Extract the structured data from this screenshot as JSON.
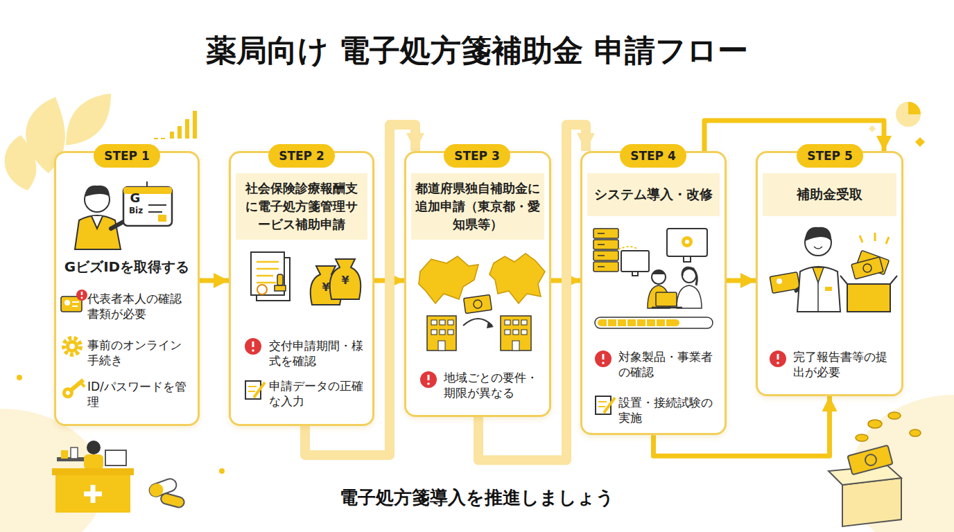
{
  "diagram": {
    "title": "薬局向け 電子処方箋補助金 申請フロー",
    "caption": "電子処方箋導入を推進しましょう",
    "nodes": [
      {
        "text": [
          "STEP 1",
          "GビズIDを取得する",
          "代表者本人の確認書類が必要",
          "事前のオンライン手続き",
          "ID/パスワードを管理"
        ]
      },
      {
        "text": [
          "STEP 2",
          "社会保険診療報酬支に電子処方箋管理サービス補助申請",
          "交付申請期間・様式を確認",
          "申請データの正確な入力"
        ]
      },
      {
        "text": [
          "STEP 3",
          "都道府県独自補助金に追加申請（東京都・愛知県等）",
          "地域ごとの要件・期限が異なる"
        ]
      },
      {
        "text": [
          "STEP 4",
          "システム導入・改修",
          "対象製品・事業者の確認",
          "設置・接続試験の実施"
        ]
      },
      {
        "text": [
          "STEP 5",
          "補助金受取",
          "完了報告書等の提出が必要"
        ]
      }
    ],
    "edges": [
      {
        "from": 0,
        "to": 1,
        "arrow": "to"
      },
      {
        "from": 1,
        "to": 2,
        "arrow": "to"
      },
      {
        "from": 2,
        "to": 3,
        "arrow": "to"
      },
      {
        "from": 3,
        "to": 4,
        "arrow": "to"
      },
      {
        "from": 1,
        "to": 2,
        "arrow": "to"
      },
      {
        "from": 2,
        "to": 3,
        "arrow": "to"
      },
      {
        "from": 3,
        "to": 4,
        "arrow": "to"
      },
      {
        "from": 3,
        "to": 4,
        "arrow": "to"
      }
    ],
    "labels": [
      "G",
      "Biz",
      "¥",
      "¥"
    ]
  }
}
